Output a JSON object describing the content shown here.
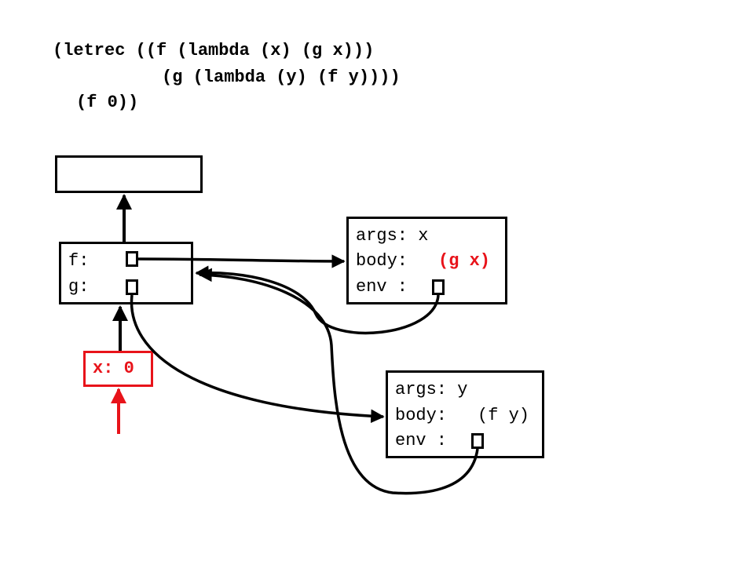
{
  "code": {
    "line1": "(letrec ((f (lambda (x) (g x)))",
    "line2": "(g (lambda (y) (f y))))",
    "line3": "(f 0))"
  },
  "env_frame": {
    "f_label": "f:",
    "g_label": "g:"
  },
  "call_frame": {
    "label": "x: 0",
    "color": "#e8131a"
  },
  "closure_f": {
    "args": "args: x",
    "body_prefix": "body:",
    "body_expr": "(g x)",
    "body_color": "#e8131a",
    "env": "env :"
  },
  "closure_g": {
    "args": "args: y",
    "body_prefix": "body:",
    "body_expr": "(f y)",
    "env": "env :"
  }
}
